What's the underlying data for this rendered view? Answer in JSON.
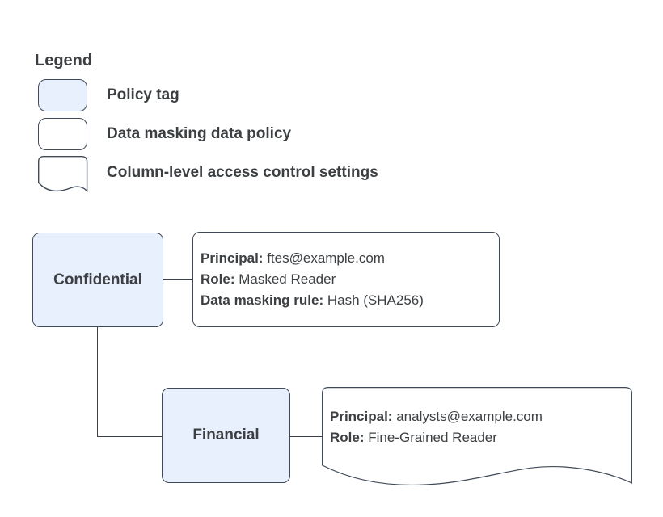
{
  "legend": {
    "title": "Legend",
    "items": [
      {
        "swatch": "policy-tag-swatch",
        "label": "Policy tag"
      },
      {
        "swatch": "data-masking-policy-swatch",
        "label": "Data masking data policy"
      },
      {
        "swatch": "column-level-access-swatch",
        "label": "Column-level access control settings"
      }
    ]
  },
  "diagram": {
    "tags": [
      {
        "name": "Confidential"
      },
      {
        "name": "Financial"
      }
    ],
    "masking_policy": {
      "fields": [
        {
          "label": "Principal:",
          "value": "ftes@example.com"
        },
        {
          "label": "Role:",
          "value": "Masked Reader"
        },
        {
          "label": "Data masking rule:",
          "value": "Hash (SHA256)"
        }
      ]
    },
    "column_access_settings": {
      "fields": [
        {
          "label": "Principal:",
          "value": "analysts@example.com"
        },
        {
          "label": "Role:",
          "value": "Fine-Grained Reader"
        }
      ]
    }
  },
  "colors": {
    "policy_tag_fill": "#e8f0fe",
    "shape_border": "#404b59",
    "text": "#3c4043",
    "connector": "#39404a",
    "background": "#ffffff"
  }
}
